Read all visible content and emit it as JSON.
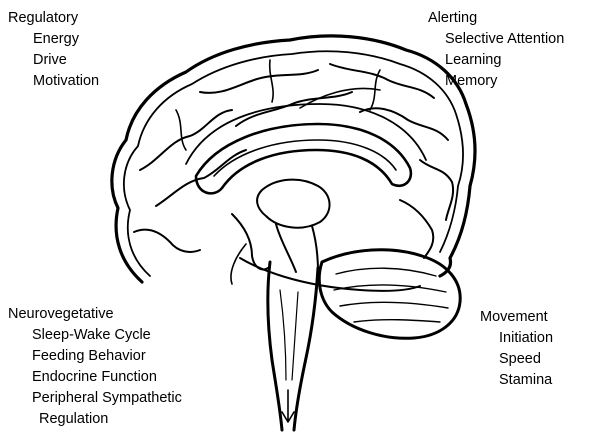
{
  "regulatory": {
    "heading": "Regulatory",
    "items": [
      "Energy",
      "Drive",
      "Motivation"
    ]
  },
  "alerting": {
    "heading": "Alerting",
    "items": [
      "Selective Attention",
      "Learning",
      "Memory"
    ]
  },
  "neurovegetative": {
    "heading": "Neurovegetative",
    "items": [
      "Sleep-Wake Cycle",
      "Feeding Behavior",
      "Endocrine Function",
      "Peripheral Sympathetic",
      "Regulation"
    ]
  },
  "movement": {
    "heading": "Movement",
    "items": [
      "Initiation",
      "Speed",
      "Stamina"
    ]
  },
  "colors": {
    "ink": "#000000",
    "background": "#ffffff"
  }
}
